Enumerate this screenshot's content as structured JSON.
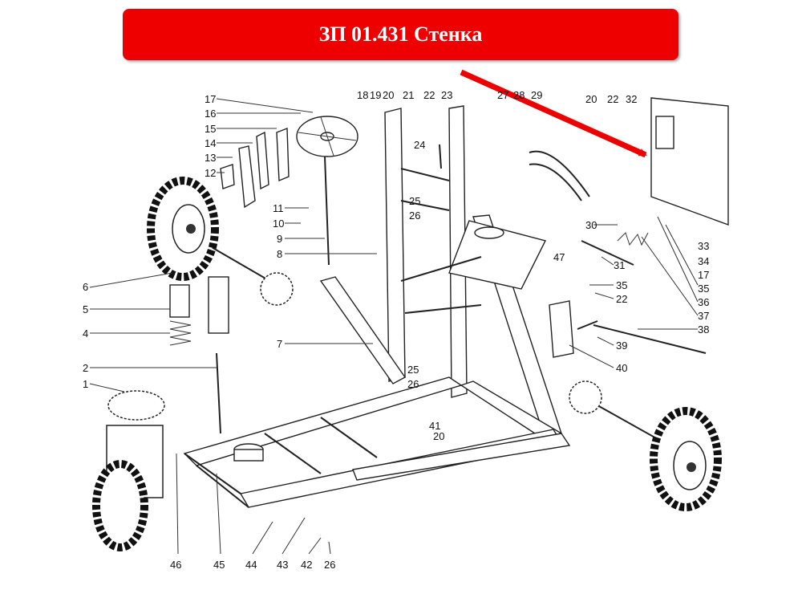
{
  "banner": {
    "title": "ЗП 01.431 Стенка",
    "color": "#ee0000"
  },
  "arrow": {
    "color": "#ee0000"
  },
  "callouts": [
    "1",
    "2",
    "4",
    "5",
    "6",
    "7",
    "8",
    "9",
    "10",
    "11",
    "12",
    "13",
    "14",
    "15",
    "16",
    "17",
    "18",
    "19",
    "20",
    "21",
    "22",
    "23",
    "24",
    "25",
    "26",
    "27",
    "28",
    "29",
    "30",
    "31",
    "32",
    "33",
    "34",
    "35",
    "36",
    "37",
    "38",
    "39",
    "40",
    "41",
    "42",
    "43",
    "44",
    "45",
    "46",
    "47"
  ]
}
